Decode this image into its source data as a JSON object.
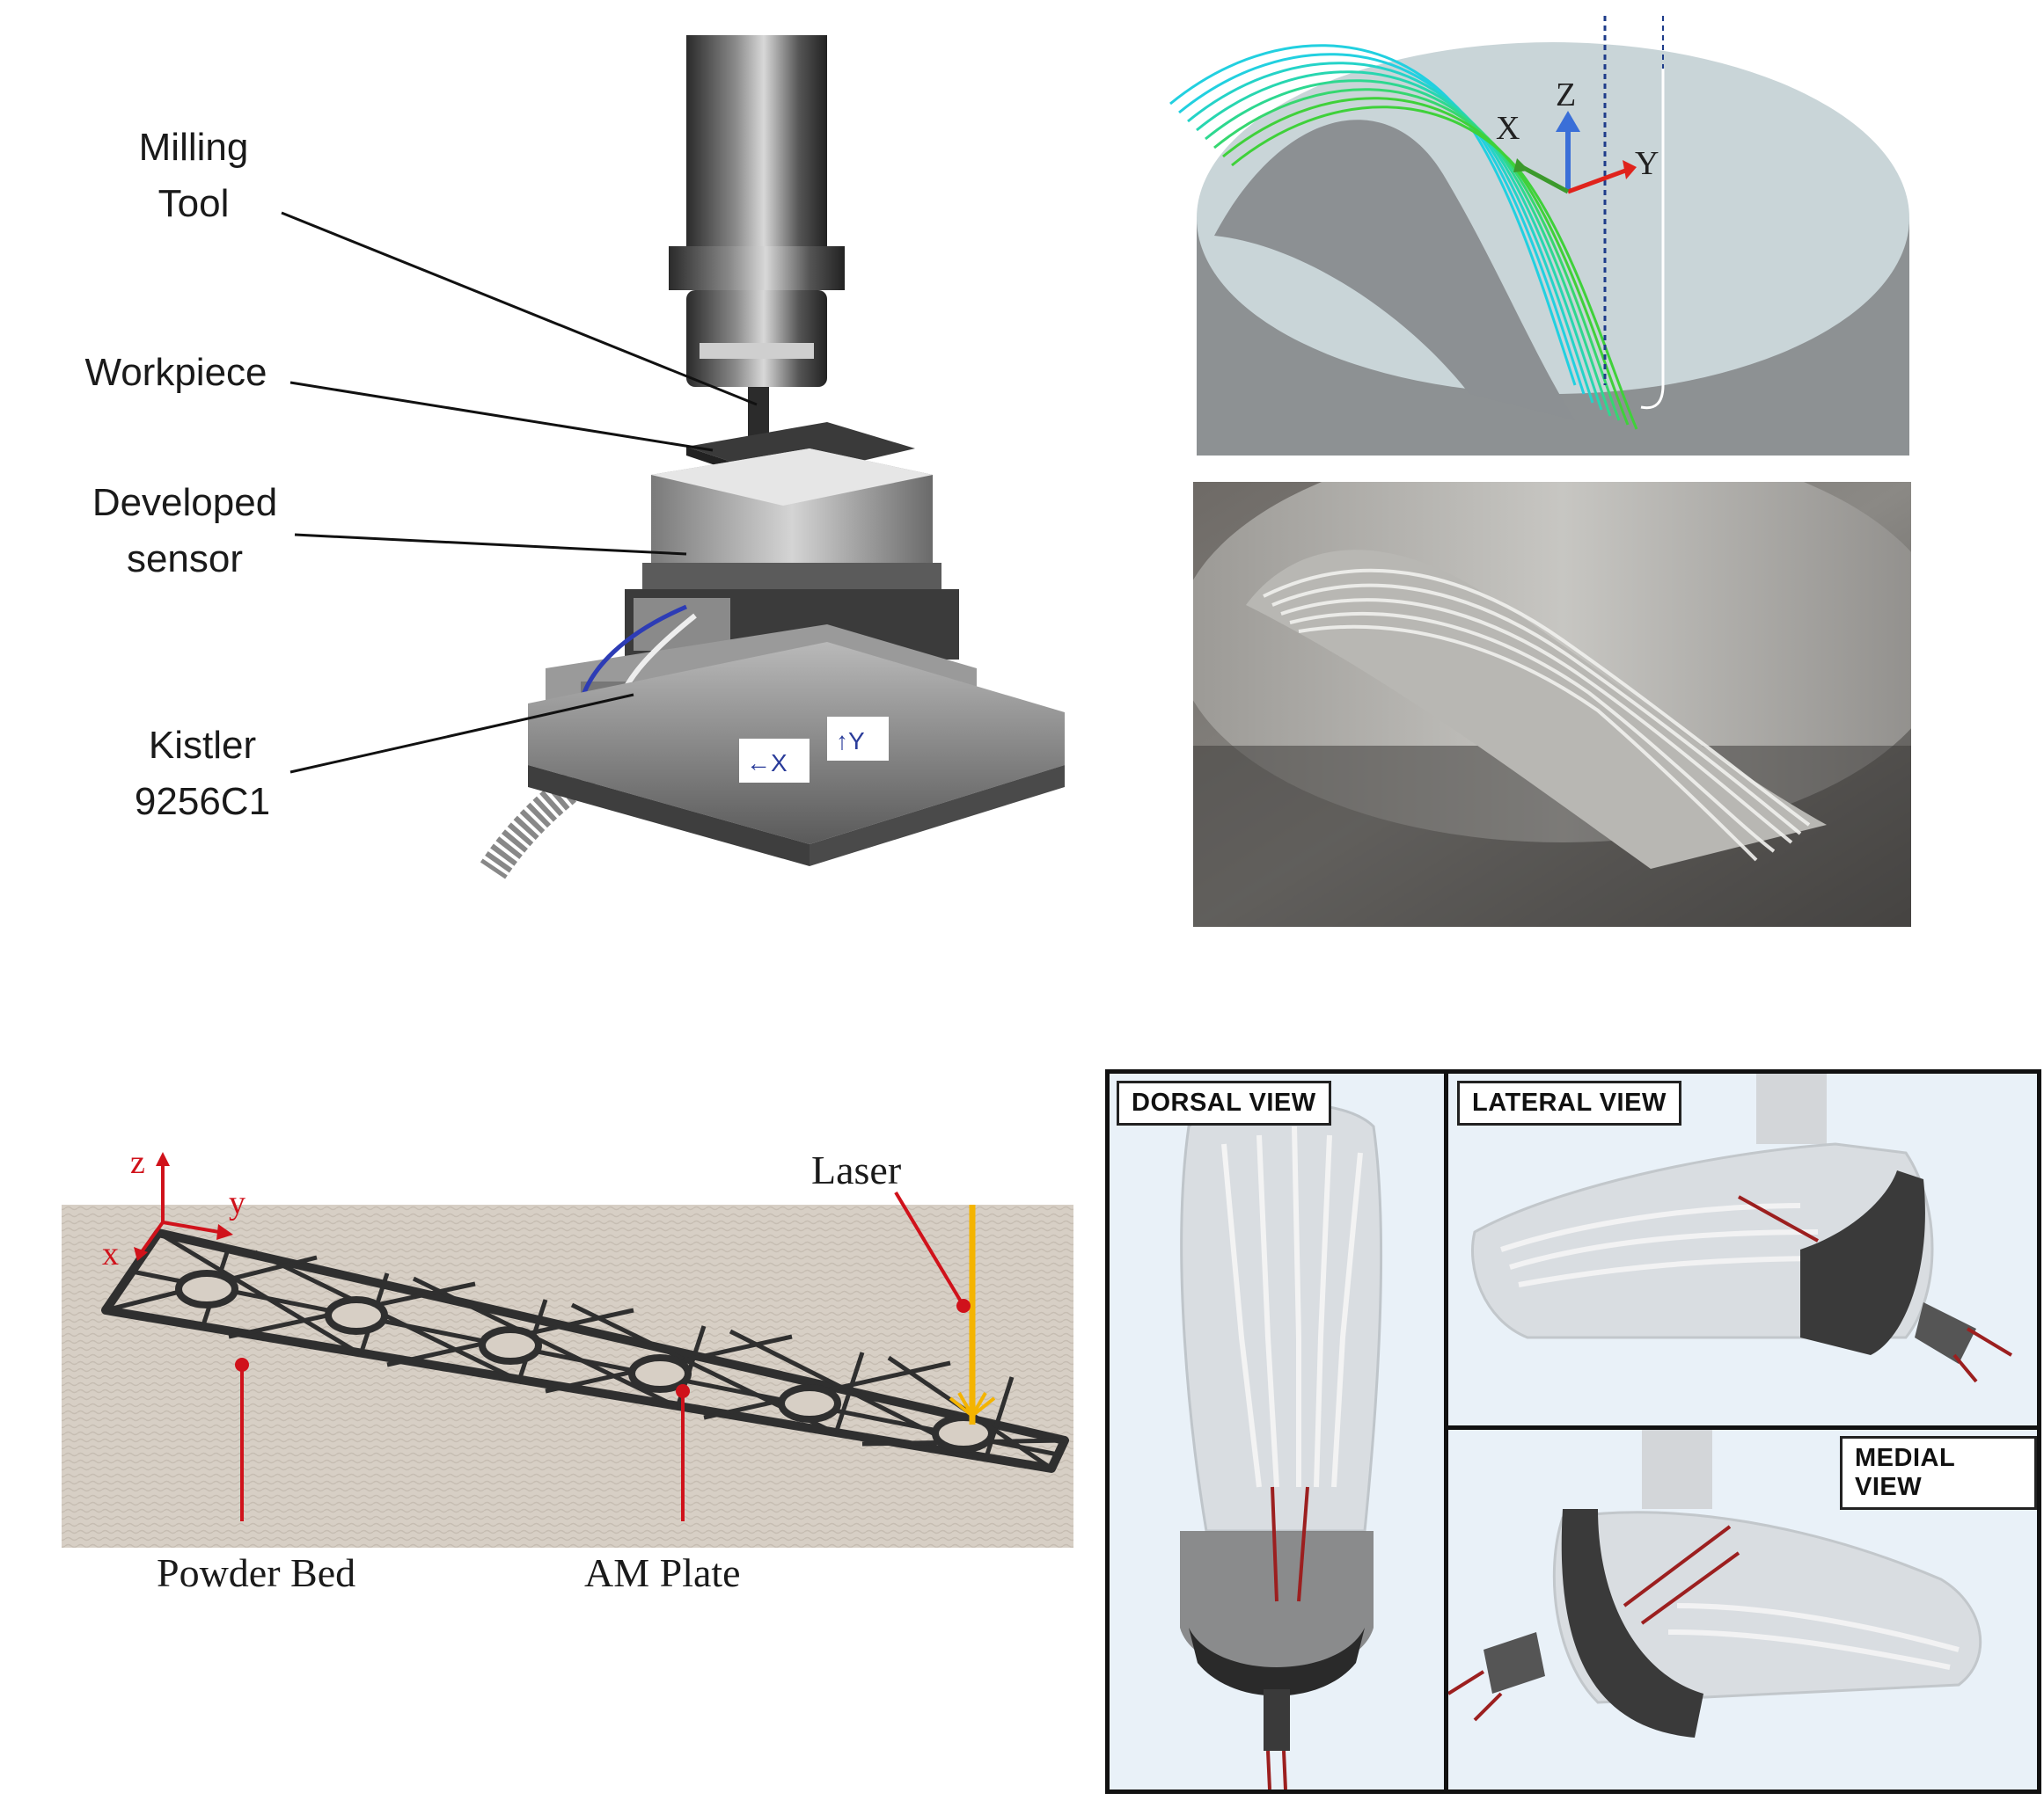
{
  "milling_setup": {
    "labels": {
      "milling_tool": [
        "Milling",
        "Tool"
      ],
      "workpiece": [
        "Workpiece"
      ],
      "developed_sensor": [
        "Developed",
        "sensor"
      ],
      "kistler": [
        "Kistler",
        "9256C1"
      ]
    },
    "plate_marks": {
      "x_mark": "←X",
      "y_mark": "↑Y"
    }
  },
  "toolpath_render": {
    "axes": {
      "x": "X",
      "y": "Y",
      "z": "Z"
    },
    "colors": {
      "x": "#3c9a2c",
      "y": "#e0231c",
      "z": "#3a6fd8",
      "path_start": "#22d0e0",
      "path_end": "#3fd13a"
    }
  },
  "machined_photo": {},
  "am_plate_diagram": {
    "axes": {
      "x": "x",
      "y": "y",
      "z": "z"
    },
    "labels": {
      "laser": "Laser",
      "powder_bed": "Powder Bed",
      "am_plate": "AM Plate"
    },
    "colors": {
      "callout": "#d0121b",
      "laser": "#f4b400",
      "plate": "#2f2f2f"
    }
  },
  "foot_views": {
    "dorsal": "DORSAL VIEW",
    "lateral": "LATERAL VIEW",
    "medial": "MEDIAL VIEW",
    "colors": {
      "pin": "#9c1f1f",
      "guide": "#3a3a3a",
      "bg": "#e9f1f8"
    }
  }
}
